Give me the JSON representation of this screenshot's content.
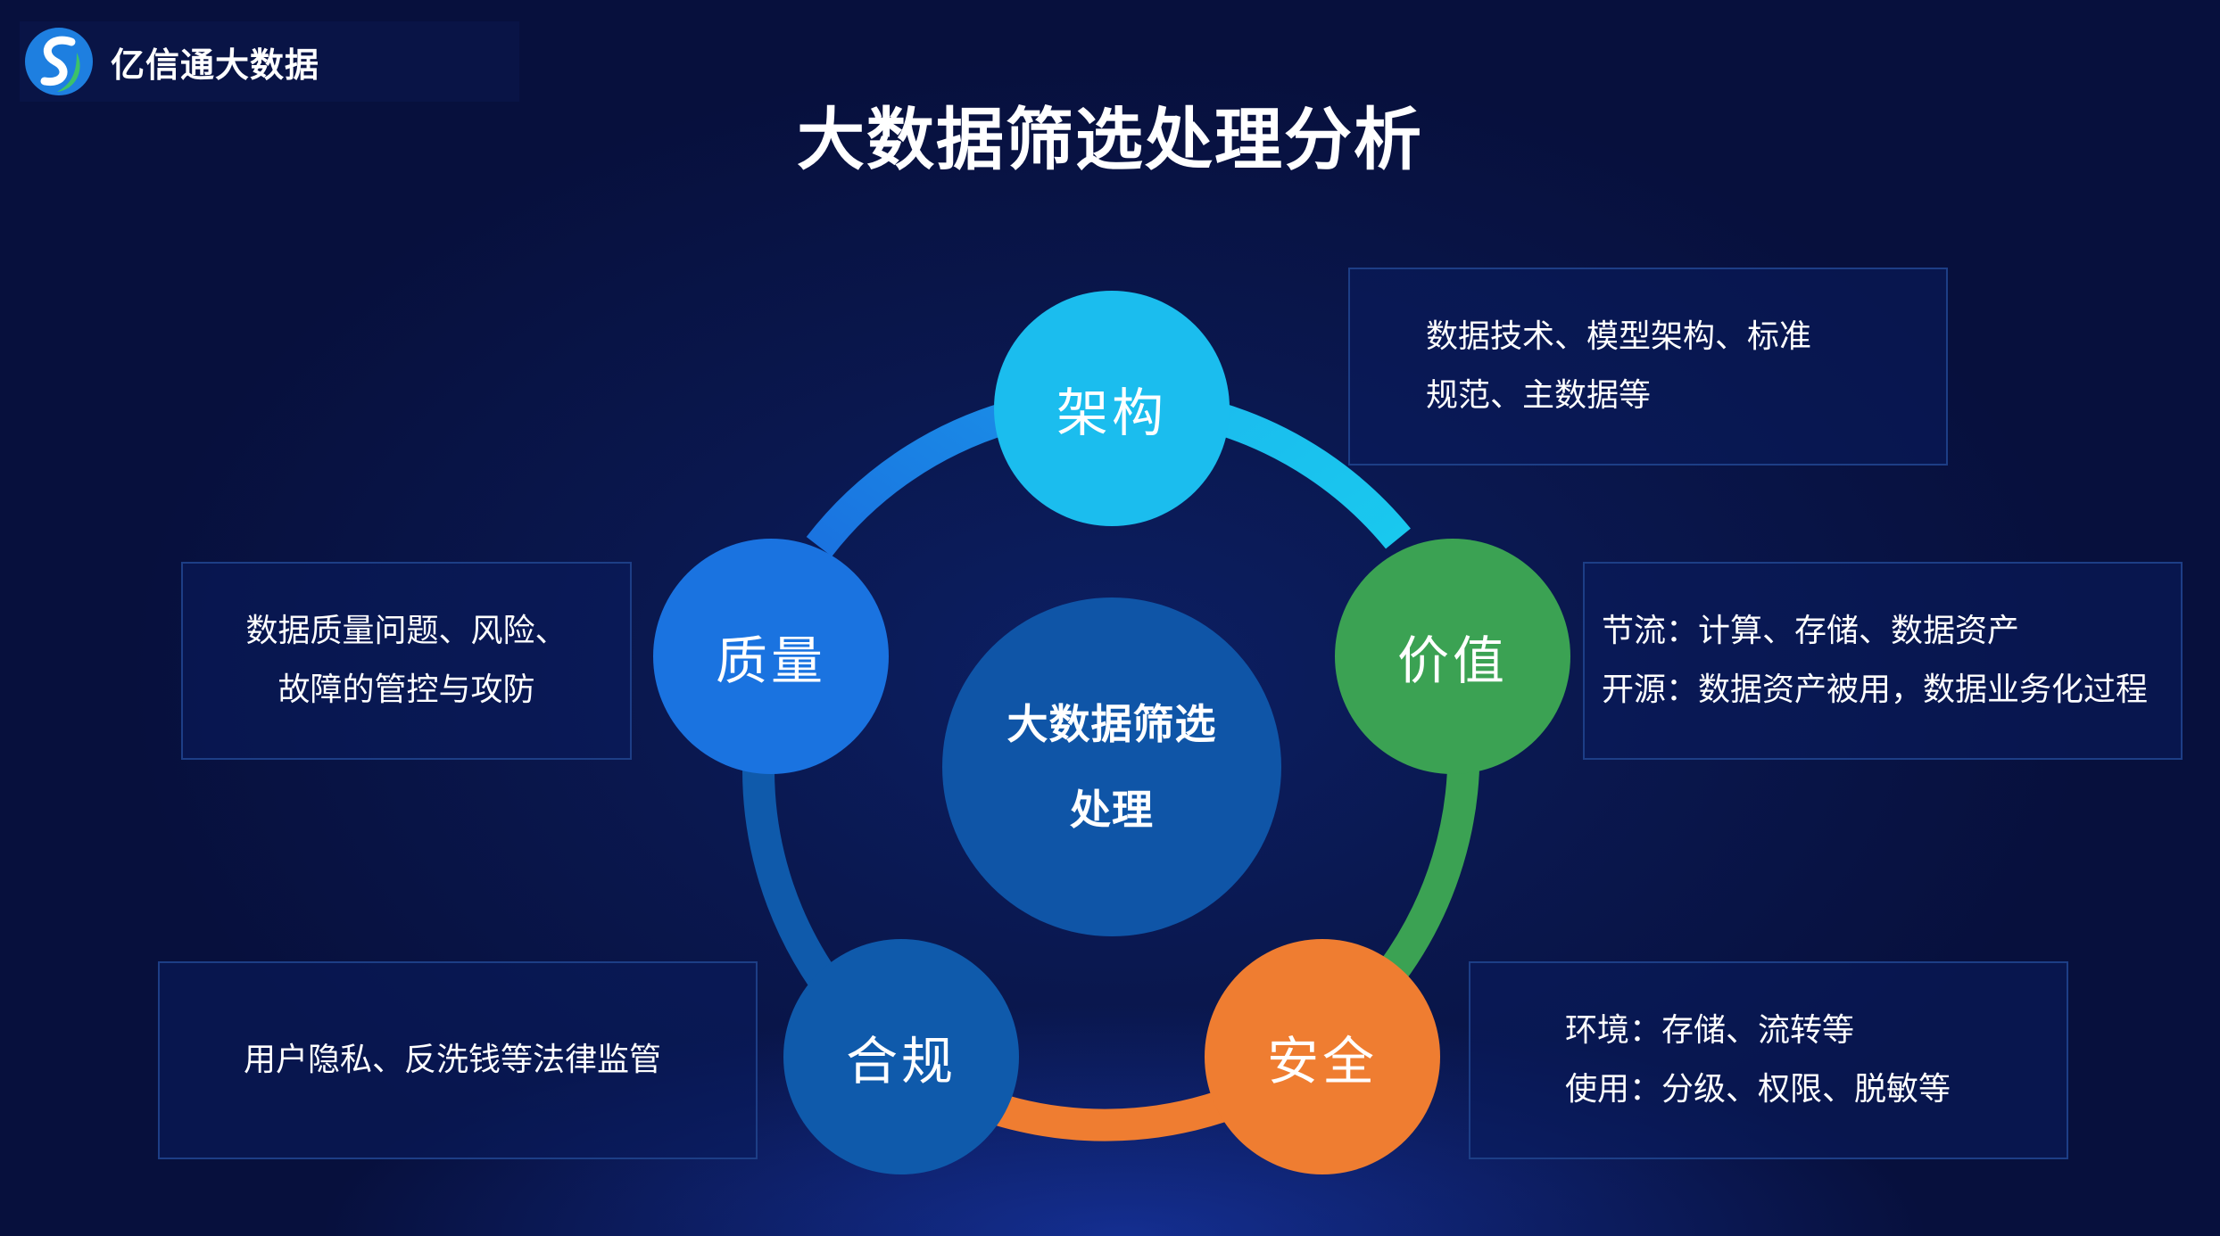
{
  "brand": {
    "name": "亿信通大数据"
  },
  "title": "大数据筛选处理分析",
  "center": {
    "line1": "大数据筛选",
    "line2": "处理"
  },
  "nodes": {
    "architecture": {
      "label": "架构",
      "color": "#1bbdee"
    },
    "value": {
      "label": "价值",
      "color": "#3ba253"
    },
    "security": {
      "label": "安全",
      "color": "#ef7d31"
    },
    "compliance": {
      "label": "合规",
      "color": "#0f5aab"
    },
    "quality": {
      "label": "质量",
      "color": "#1a73e0"
    }
  },
  "descriptions": {
    "architecture": [
      "数据技术、模型架构、标准",
      "规范、主数据等"
    ],
    "value": [
      "节流：计算、存储、数据资产",
      "开源：数据资产被用，数据业务化过程"
    ],
    "security": [
      "环境：存储、流转等",
      "使用：分级、权限、脱敏等"
    ],
    "compliance": [
      "用户隐私、反洗钱等法律监管"
    ],
    "quality": [
      "数据质量问题、风险、",
      "故障的管控与攻防"
    ]
  }
}
